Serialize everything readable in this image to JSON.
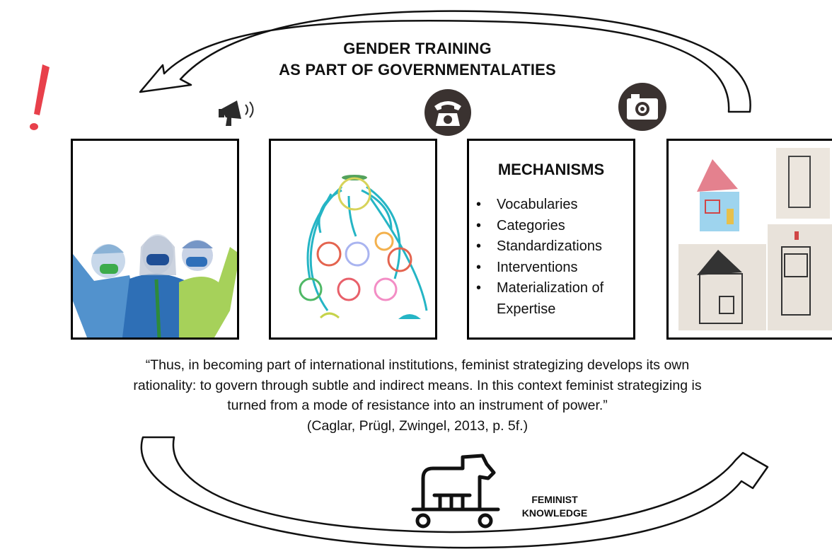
{
  "title": {
    "line1": "GENDER TRAINING",
    "line2": "AS PART OF GOVERNMENTALATIES"
  },
  "mechanisms": {
    "heading": "MECHANISMS",
    "items": [
      "Vocabularies",
      "Categories",
      "Standardizations",
      "Interventions",
      "Materialization of Expertise"
    ]
  },
  "quote": {
    "line1": "“Thus, in becoming part of international institutions, feminist strategizing develops its own",
    "line2": "rationality: to govern through subtle and indirect means. In this context feminist strategizing is",
    "line3": "turned from a mode of resistance into an instrument of power.”",
    "citation": "(Caglar, Prügl, Zwingel, 2013, p. 5f.)"
  },
  "feminist_knowledge": {
    "line1": "FEMINIST",
    "line2": "KNOWLEDGE"
  },
  "icons": {
    "exclamation": "exclamation-icon",
    "megaphone": "megaphone-icon",
    "telephone": "telephone-icon",
    "camera": "camera-icon",
    "trojan_horse": "trojan-horse-icon"
  },
  "colors": {
    "exclamation": "#e8404b",
    "arrow_stroke": "#111111"
  }
}
